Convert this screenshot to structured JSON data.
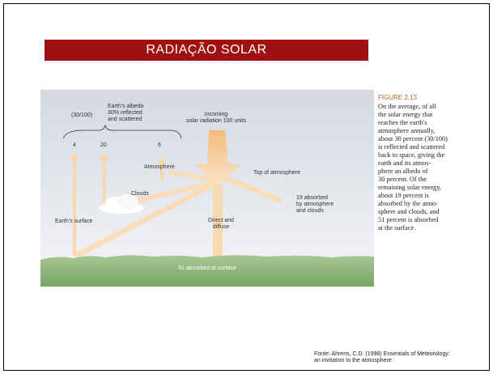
{
  "slide": {
    "title": "RADIAÇÃO SOLAR",
    "border_color": "#000000",
    "title_bg_color": "#a01010"
  },
  "figure": {
    "labels": {
      "fraction": "(30/100)",
      "albedo_line1": "Earth's albedo",
      "albedo_line2": "30% reflected",
      "albedo_line3": "and scattered",
      "incoming_line1": "Incoming",
      "incoming_line2": "solar radiation 100 units",
      "value_4": "4",
      "value_20": "20",
      "value_6": "6",
      "atmosphere": "Atmosphere",
      "top_of_atmosphere": "Top of atmosphere",
      "clouds": "Clouds",
      "earth_surface": "Earth's surface",
      "absorbed_atm_line1": "19 absorbed",
      "absorbed_atm_line2": "by atmosphere",
      "absorbed_atm_line3": "and clouds",
      "direct_line1": "Direct and",
      "direct_line2": "diffuse",
      "absorbed_surface": "51 absorbed at surface"
    },
    "colors": {
      "sky_top": "#d6dbe2",
      "sky_bottom": "#f3f4f7",
      "arrow": "#f7c48a",
      "ground": "#8fb77b"
    }
  },
  "caption": {
    "figure_title": "FIGURE 2.13",
    "lines": [
      "On the average, of all",
      "the solar energy that",
      "reaches the earth's",
      "atmosphere annually,",
      "about 30 percent (30/100)",
      "is reflected and scattered",
      "back to space, giving the",
      "earth and its atmos-",
      "phere an albedo of",
      "30 percent. Of the",
      "remaining solar energy,",
      "about 19 percent is",
      "absorbed by the atmo-",
      "sphere and clouds, and",
      "51 percent is absorbed",
      "at the surface."
    ]
  },
  "source": {
    "line1": "Fonte: Ahrens, C.D. (1998) Essentials of Meteorology:",
    "line2": "an invitation to the atmosphere"
  }
}
